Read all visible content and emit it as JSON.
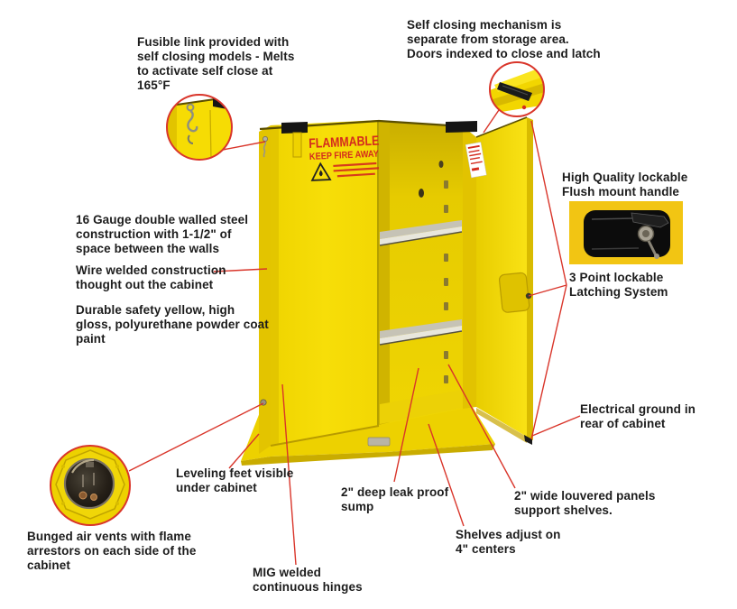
{
  "colors": {
    "cabinet_yellow": "#F4D903",
    "cabinet_shadow_yellow": "#DDBE00",
    "leader_red": "#D9352A",
    "warning_red": "#D42B1E",
    "text_black": "#1C1C1C",
    "handle_black": "#0C0C0C",
    "handle_panel_gold": "#F2C513",
    "shelf_gray": "#C6C3B6"
  },
  "cabinet": {
    "flammable_label": {
      "line1": "FLAMMABLE",
      "line2": "KEEP FIRE AWAY"
    }
  },
  "annotations": [
    {
      "id": "fusible-link",
      "lines": [
        "Fusible link provided with",
        "self closing models - Melts",
        "to activate self close at",
        "165°F"
      ]
    },
    {
      "id": "self-closing",
      "lines": [
        "Self closing mechanism is",
        "separate from storage area.",
        "Doors indexed to close and latch"
      ]
    },
    {
      "id": "flush-handle",
      "lines": [
        "High Quality lockable",
        "Flush mount handle"
      ]
    },
    {
      "id": "three-point-latch",
      "lines": [
        "3 Point lockable",
        "Latching System"
      ]
    },
    {
      "id": "double-wall",
      "lines": [
        "16 Gauge double walled steel",
        "construction with 1-1/2\" of",
        "space between the walls"
      ]
    },
    {
      "id": "wire-welded",
      "lines": [
        "Wire welded construction",
        "thought out the cabinet"
      ]
    },
    {
      "id": "paint",
      "lines": [
        "Durable safety yellow, high",
        "gloss, polyurethane powder coat",
        "paint"
      ]
    },
    {
      "id": "electrical-ground",
      "lines": [
        "Electrical ground in",
        "rear of cabinet"
      ]
    },
    {
      "id": "leveling-feet",
      "lines": [
        "Leveling feet visible",
        "under cabinet"
      ]
    },
    {
      "id": "bunged-vents",
      "lines": [
        "Bunged air vents with flame",
        "arrestors on each side of the",
        "cabinet"
      ]
    },
    {
      "id": "mig-hinges",
      "lines": [
        "MIG welded",
        "continuous hinges"
      ]
    },
    {
      "id": "leak-sump",
      "lines": [
        "2\" deep leak proof",
        "sump"
      ]
    },
    {
      "id": "shelf-centers",
      "lines": [
        "Shelves adjust on",
        "4\" centers"
      ]
    },
    {
      "id": "louvered-panels",
      "lines": [
        "2\" wide louvered panels",
        "support shelves."
      ]
    }
  ]
}
